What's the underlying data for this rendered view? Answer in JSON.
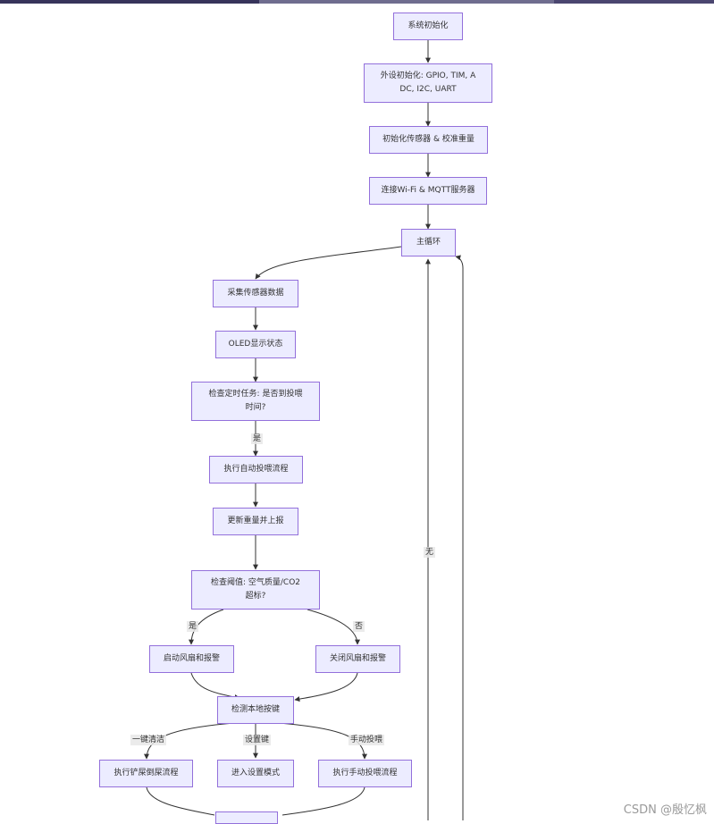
{
  "nodes": {
    "sys_init": "系统初始化",
    "periph_init": "外设初始化: GPIO, TIM, ADC, I2C, UART",
    "sensor_init": "初始化传感器 & 校准重量",
    "wifi": "连接Wi-Fi & MQTT服务器",
    "main_loop": "主循环",
    "collect": "采集传感器数据",
    "oled": "OLED显示状态",
    "check_timer": "检查定时任务: 是否到投喂时间?",
    "auto_feed": "执行自动投喂流程",
    "update_weight": "更新重量并上报",
    "check_threshold": "检查阈值: 空气质量/CO2超标?",
    "fan_on": "启动风扇和报警",
    "fan_off": "关闭风扇和报警",
    "check_keys": "检测本地按键",
    "litter": "执行铲屎倒屎流程",
    "settings": "进入设置模式",
    "manual_feed": "执行手动投喂流程"
  },
  "edge_labels": {
    "timer_yes": "是",
    "timer_no": "无",
    "threshold_yes": "是",
    "threshold_no": "否",
    "key_clean": "一键清洁",
    "key_settings": "设置键",
    "key_manual": "手动投喂"
  },
  "watermark": "CSDN @殷忆枫",
  "colors": {
    "node_fill": "#ececff",
    "node_border": "#9370db",
    "edge": "#333333"
  }
}
